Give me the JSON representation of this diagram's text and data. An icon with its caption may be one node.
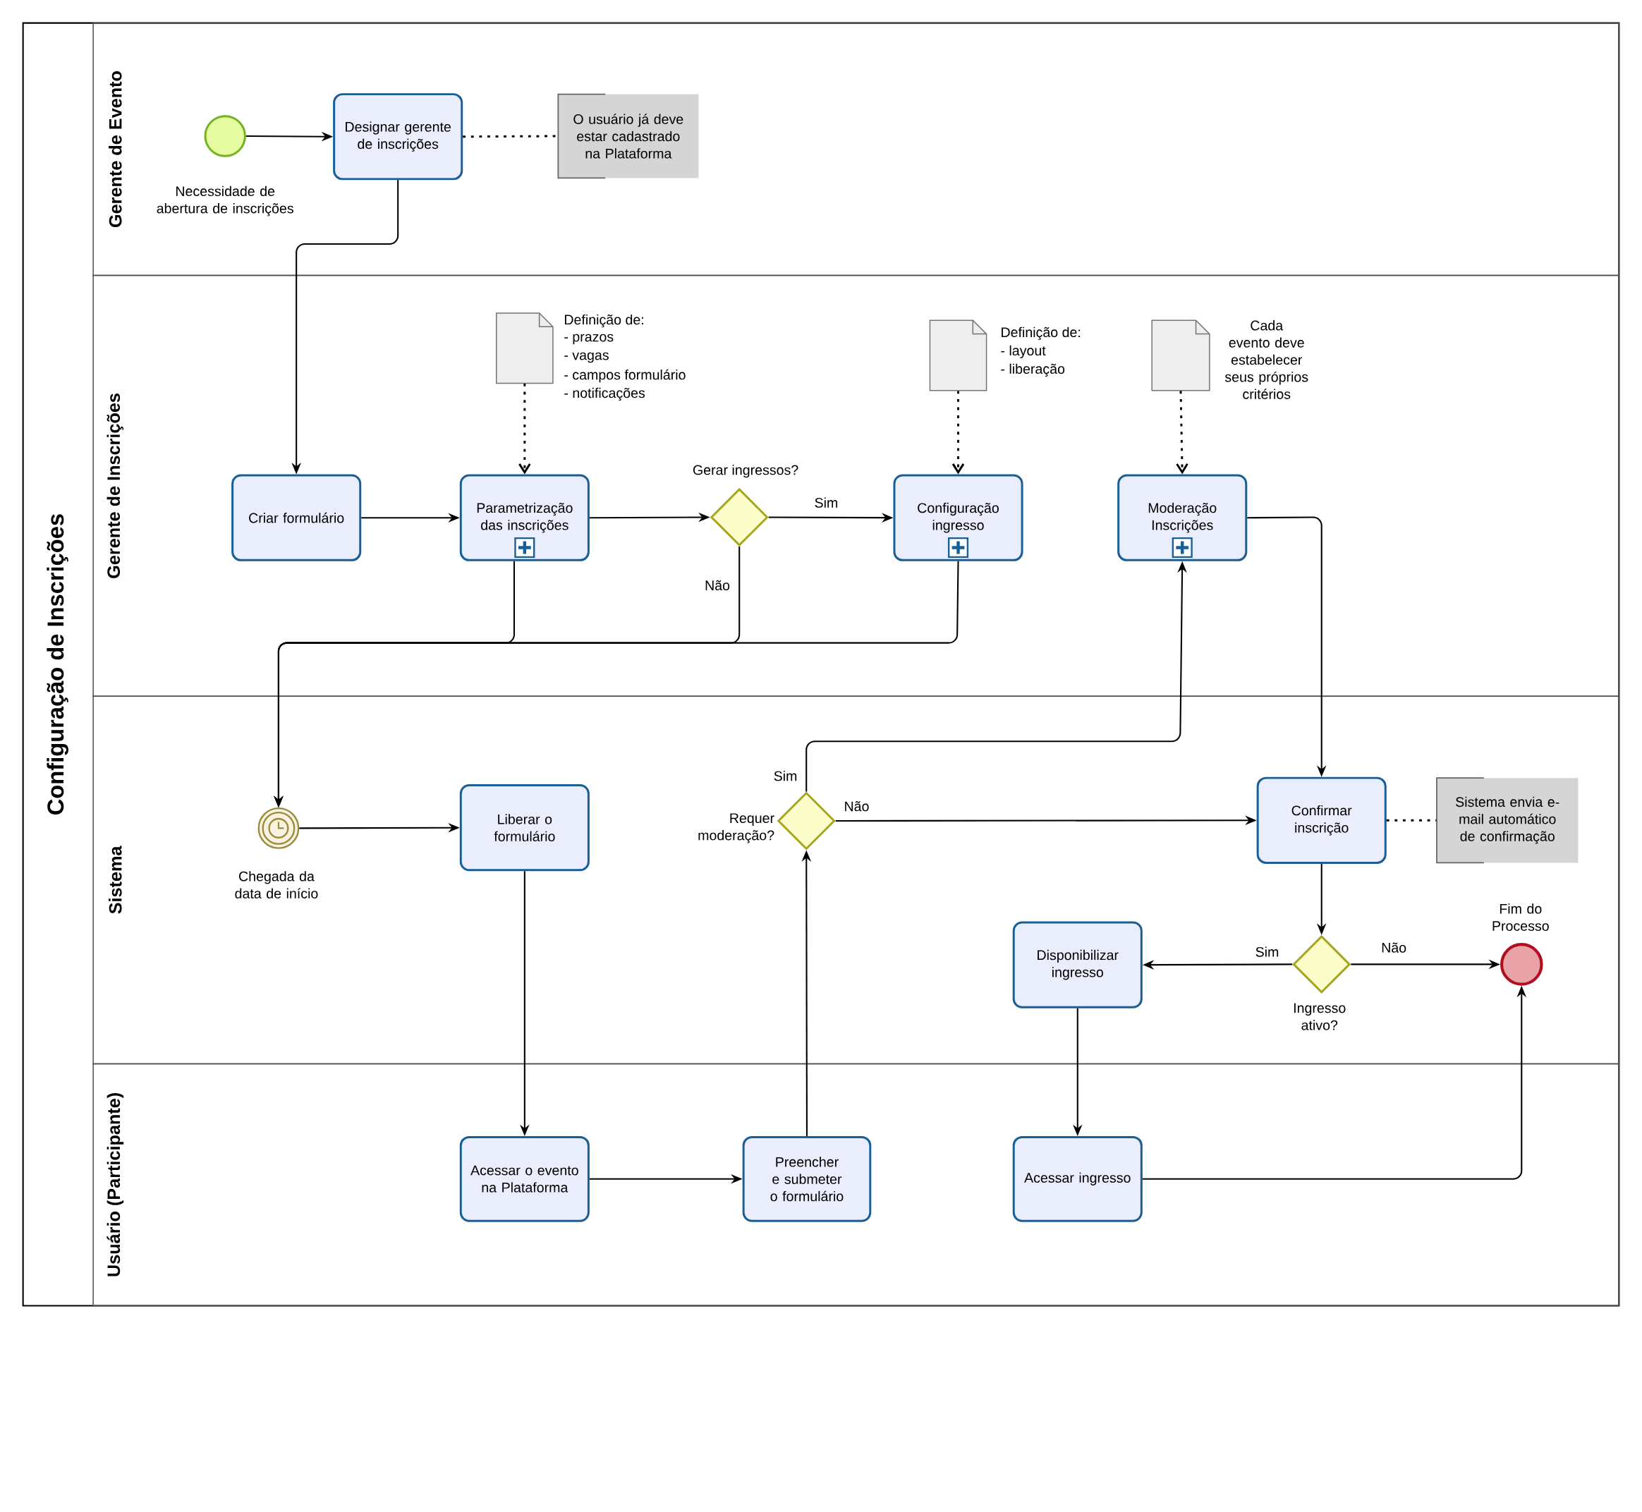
{
  "diagram": {
    "nodes": [
      {
        "text": [
          "Configuração de Inscrições"
        ]
      },
      {
        "text": [
          "Gerente de Evento"
        ],
        "in": 0
      },
      {
        "text": [
          "Gerente de Inscrições"
        ],
        "in": 0
      },
      {
        "text": [
          "Sistema"
        ],
        "in": 0
      },
      {
        "text": [
          "Usuário (Participante)"
        ],
        "in": 0
      },
      {
        "text": [],
        "shape": "circle",
        "beside": [
          "Necessidade de abertura de inscrições"
        ],
        "in": 1
      },
      {
        "text": [
          "Designar gerente de inscrições"
        ],
        "in": 1
      },
      {
        "text": [
          "O usuário já deve estar cadastrado na Plataforma"
        ],
        "in": 1
      },
      {
        "text": [],
        "shape": "document",
        "beside": [
          "Definição de:",
          "- prazos",
          "- vagas",
          "- campos formulário",
          "- notificações"
        ],
        "in": 2
      },
      {
        "text": [],
        "shape": "document",
        "beside": [
          "Definição de:",
          "- layout",
          "- liberação"
        ],
        "in": 2
      },
      {
        "text": [],
        "shape": "document",
        "beside": [
          "Cada evento deve estabelecer seus próprios critérios"
        ],
        "in": 2
      },
      {
        "text": [
          "Criar formulário"
        ],
        "in": 2
      },
      {
        "text": [
          "Parametrização das inscrições"
        ],
        "in": 2
      },
      {
        "text": [],
        "shape": "diamond",
        "beside": [
          "Gerar ingressos?"
        ],
        "in": 2
      },
      {
        "text": [
          "Configuração ingresso"
        ],
        "in": 2
      },
      {
        "text": [
          "Moderação Inscrições"
        ],
        "in": 2
      },
      {
        "text": [],
        "shape": "circle",
        "beside": [
          "Chegada da data de início"
        ],
        "in": 3
      },
      {
        "text": [
          "Liberar o formulário"
        ],
        "in": 3
      },
      {
        "text": [],
        "shape": "diamond",
        "beside": [
          "Requer moderação?"
        ],
        "in": 3
      },
      {
        "text": [
          "Confirmar inscrição"
        ],
        "in": 3
      },
      {
        "text": [
          "Sistema envia e-mail automático de confirmação"
        ],
        "in": 3
      },
      {
        "text": [
          "Disponibilizar ingresso"
        ],
        "in": 3
      },
      {
        "text": [],
        "shape": "diamond",
        "beside": [
          "Ingresso ativo?"
        ],
        "in": 3
      },
      {
        "text": [],
        "shape": "circle",
        "beside": [
          "Fim do Processo"
        ],
        "in": 3
      },
      {
        "text": [
          "Acessar o evento na Plataforma"
        ],
        "in": 4
      },
      {
        "text": [
          "Preencher e submeter o formulário"
        ],
        "in": 4
      },
      {
        "text": [
          "Acessar ingresso"
        ],
        "in": 4
      }
    ],
    "edges": [
      {
        "from": 5,
        "to": 6,
        "arrow": "to"
      },
      {
        "from": 6,
        "to": 7,
        "arrow": "none",
        "style": "dashed"
      },
      {
        "from": 6,
        "to": 11,
        "arrow": "to"
      },
      {
        "from": 8,
        "to": 12,
        "arrow": "to",
        "style": "dashed"
      },
      {
        "from": 9,
        "to": 14,
        "arrow": "to",
        "style": "dashed"
      },
      {
        "from": 10,
        "to": 15,
        "arrow": "to",
        "style": "dashed"
      },
      {
        "from": 11,
        "to": 12,
        "arrow": "to"
      },
      {
        "from": 12,
        "to": 13,
        "arrow": "to"
      },
      {
        "from": 13,
        "to": 14,
        "arrow": "to",
        "label": "Sim"
      },
      {
        "from": 12,
        "to": 16,
        "arrow": "to"
      },
      {
        "from": 13,
        "to": 16,
        "arrow": "to",
        "label": "Não"
      },
      {
        "from": 14,
        "to": 16,
        "arrow": "to"
      },
      {
        "from": 16,
        "to": 17,
        "arrow": "to"
      },
      {
        "from": 17,
        "to": 24,
        "arrow": "to"
      },
      {
        "from": 24,
        "to": 25,
        "arrow": "to"
      },
      {
        "from": 25,
        "to": 18,
        "arrow": "to"
      },
      {
        "from": 18,
        "to": 15,
        "arrow": "to",
        "label": "Sim"
      },
      {
        "from": 18,
        "to": 19,
        "arrow": "to",
        "label": "Não"
      },
      {
        "from": 15,
        "to": 19,
        "arrow": "to"
      },
      {
        "from": 19,
        "to": 20,
        "arrow": "none",
        "style": "dashed"
      },
      {
        "from": 19,
        "to": 22,
        "arrow": "to"
      },
      {
        "from": 22,
        "to": 21,
        "arrow": "to",
        "label": "Sim"
      },
      {
        "from": 22,
        "to": 23,
        "arrow": "to",
        "label": "Não"
      },
      {
        "from": 21,
        "to": 26,
        "arrow": "to"
      },
      {
        "from": 26,
        "to": 23,
        "arrow": "to"
      }
    ]
  }
}
